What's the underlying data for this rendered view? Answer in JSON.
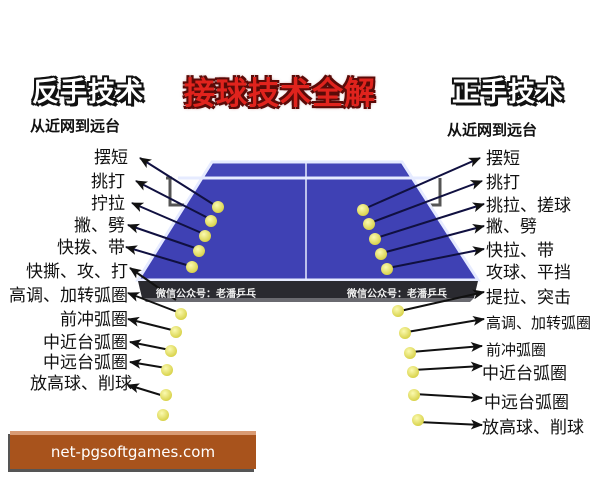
{
  "header": {
    "main_title": "接球技术全解",
    "left_title": "反手技术",
    "left_subtitle": "从近网到远台",
    "right_title": "正手技术",
    "right_subtitle": "从近网到远台"
  },
  "backhand": {
    "items": [
      {
        "label": "摆短"
      },
      {
        "label": "挑打"
      },
      {
        "label": "拧拉"
      },
      {
        "label": "撇、劈"
      },
      {
        "label": "快拨、带"
      },
      {
        "label": "快撕、攻、打"
      },
      {
        "label": "高调、加转弧圈"
      },
      {
        "label": "前冲弧圈"
      },
      {
        "label": "中近台弧圈"
      },
      {
        "label": "中远台弧圈"
      },
      {
        "label": "放高球、削球"
      }
    ]
  },
  "forehand": {
    "items": [
      {
        "label": "摆短"
      },
      {
        "label": "挑打"
      },
      {
        "label": "挑拉、搓球"
      },
      {
        "label": "撇、劈"
      },
      {
        "label": "快拉、带"
      },
      {
        "label": "攻球、平挡"
      },
      {
        "label": "提拉、突击"
      },
      {
        "label": "高调、加转弧圈"
      },
      {
        "label": "前冲弧圈"
      },
      {
        "label": "中近台弧圈"
      },
      {
        "label": "中远台弧圈"
      },
      {
        "label": "放高球、削球"
      }
    ]
  },
  "table": {
    "apron_left_text": "微信公众号：老潘乒乓",
    "apron_right_text": "微信公众号：老潘乒乓",
    "surface_color": "#3d3fb0",
    "line_color": "#e8ecff",
    "ball_color": "#f2f07a",
    "apron_color": "#2a2a30"
  },
  "watermark": {
    "text": "net-pgsoftgames.com",
    "color": "#a8531c"
  }
}
